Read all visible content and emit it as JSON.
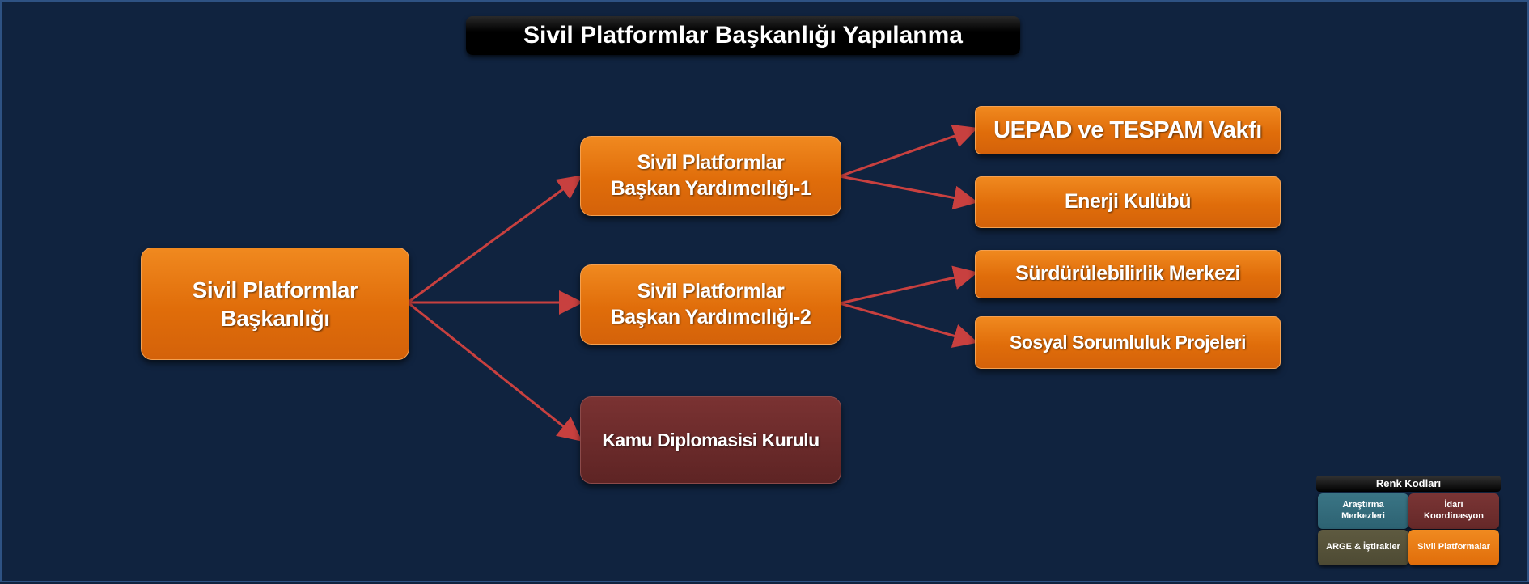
{
  "title": "Sivil Platformlar Başkanlığı Yapılanma",
  "nodes": {
    "root": [
      "Sivil Platformlar",
      "Başkanlığı"
    ],
    "vp1": [
      "Sivil Platformlar",
      "Başkan Yardımcılığı-1"
    ],
    "vp2": [
      "Sivil Platformlar",
      "Başkan Yardımcılığı-2"
    ],
    "kamu": "Kamu Diplomasisi Kurulu",
    "uepad": "UEPAD ve TESPAM Vakfı",
    "enerji": "Enerji Kulübü",
    "surd": "Sürdürülebilirlik Merkezi",
    "sosyal": "Sosyal Sorumluluk Projeleri"
  },
  "legend": {
    "title": "Renk Kodları",
    "items": [
      {
        "label1": "Araştırma",
        "label2": "Merkezleri",
        "color": "#2d6272"
      },
      {
        "label1": "İdari",
        "label2": "Koordinasyon",
        "color": "#652828"
      },
      {
        "label1": "ARGE & İştirakler",
        "label2": "",
        "color": "#4d4a33"
      },
      {
        "label1": "Sivil Platformalar",
        "label2": "",
        "color": "#e8720e"
      }
    ]
  },
  "colors": {
    "background": "#10233f",
    "orange": "#e06d0a",
    "maroon": "#5e2424",
    "arrow": "#c8403f"
  }
}
